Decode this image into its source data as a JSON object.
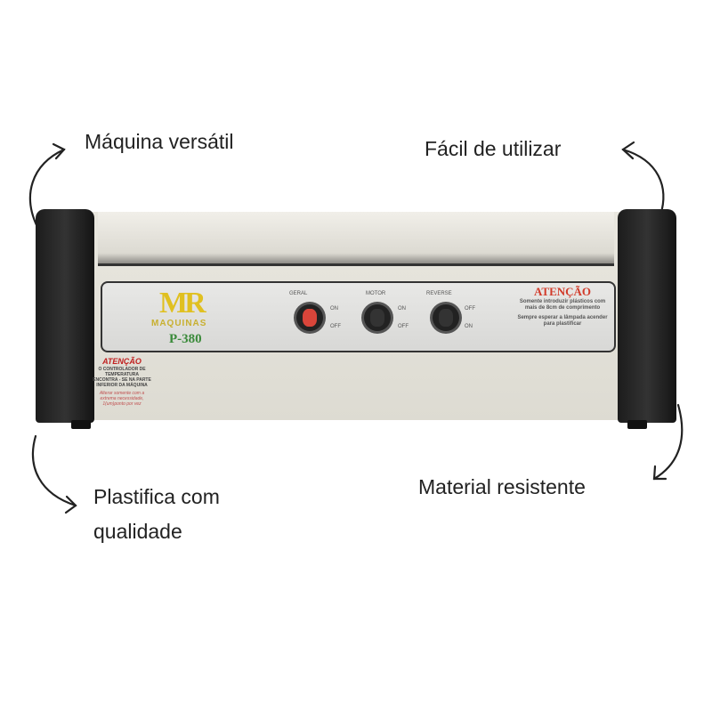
{
  "captions": {
    "top_left": "Máquina versátil",
    "top_right": "Fácil de utilizar",
    "bottom_left_line1": "Plastifica com",
    "bottom_left_line2": "qualidade",
    "bottom_right": "Material resistente"
  },
  "machine": {
    "logo": "MR",
    "brand": "MAQUINAS",
    "model": "P-380",
    "switches": [
      {
        "label": "GERAL",
        "top": "ON",
        "bottom": "OFF",
        "color": "#d9453a"
      },
      {
        "label": "MOTOR",
        "top": "ON",
        "bottom": "OFF",
        "color": "#333333"
      },
      {
        "label": "REVERSE",
        "top": "OFF",
        "bottom": "ON",
        "color": "#333333"
      }
    ],
    "attention": {
      "title": "ATENÇÃO",
      "line1": "Somente introduzir plásticos com mais de 8cm de comprimento",
      "line2": "Sempre esperar a lâmpada acender para plastificar"
    },
    "side_warning": {
      "title": "ATENÇÃO",
      "text": "O CONTROLADOR DE TEMPERATURA ENCONTRA - SE NA PARTE INFERIOR DA MÁQUINA",
      "note": "Alterar somente com a extrema necessidade, 1(um)ponto por vez"
    }
  }
}
